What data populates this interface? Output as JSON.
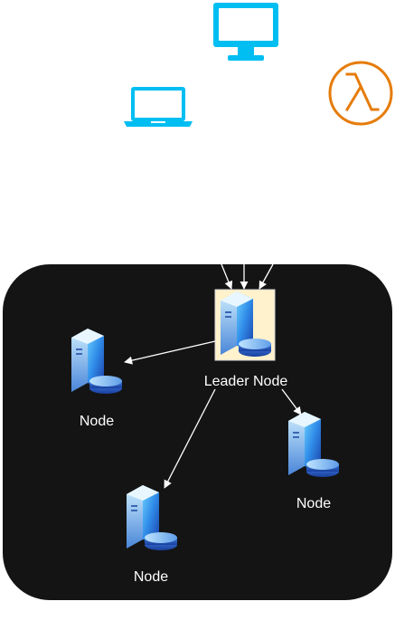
{
  "colors": {
    "client_icon": "#00BEF2",
    "lambda_icon": "#E57C0A",
    "cluster_bg": "#141414",
    "connector": "#ffffff",
    "leader_highlight": "#FFF2CC"
  },
  "icons": {
    "desktop": "desktop-monitor-icon",
    "laptop": "laptop-icon",
    "lambda": "aws-lambda-icon",
    "server": "server-database-icon"
  },
  "cluster": {
    "leader_label": "Leader Node",
    "nodes": [
      {
        "label": "Node"
      },
      {
        "label": "Node"
      },
      {
        "label": "Node"
      }
    ]
  }
}
